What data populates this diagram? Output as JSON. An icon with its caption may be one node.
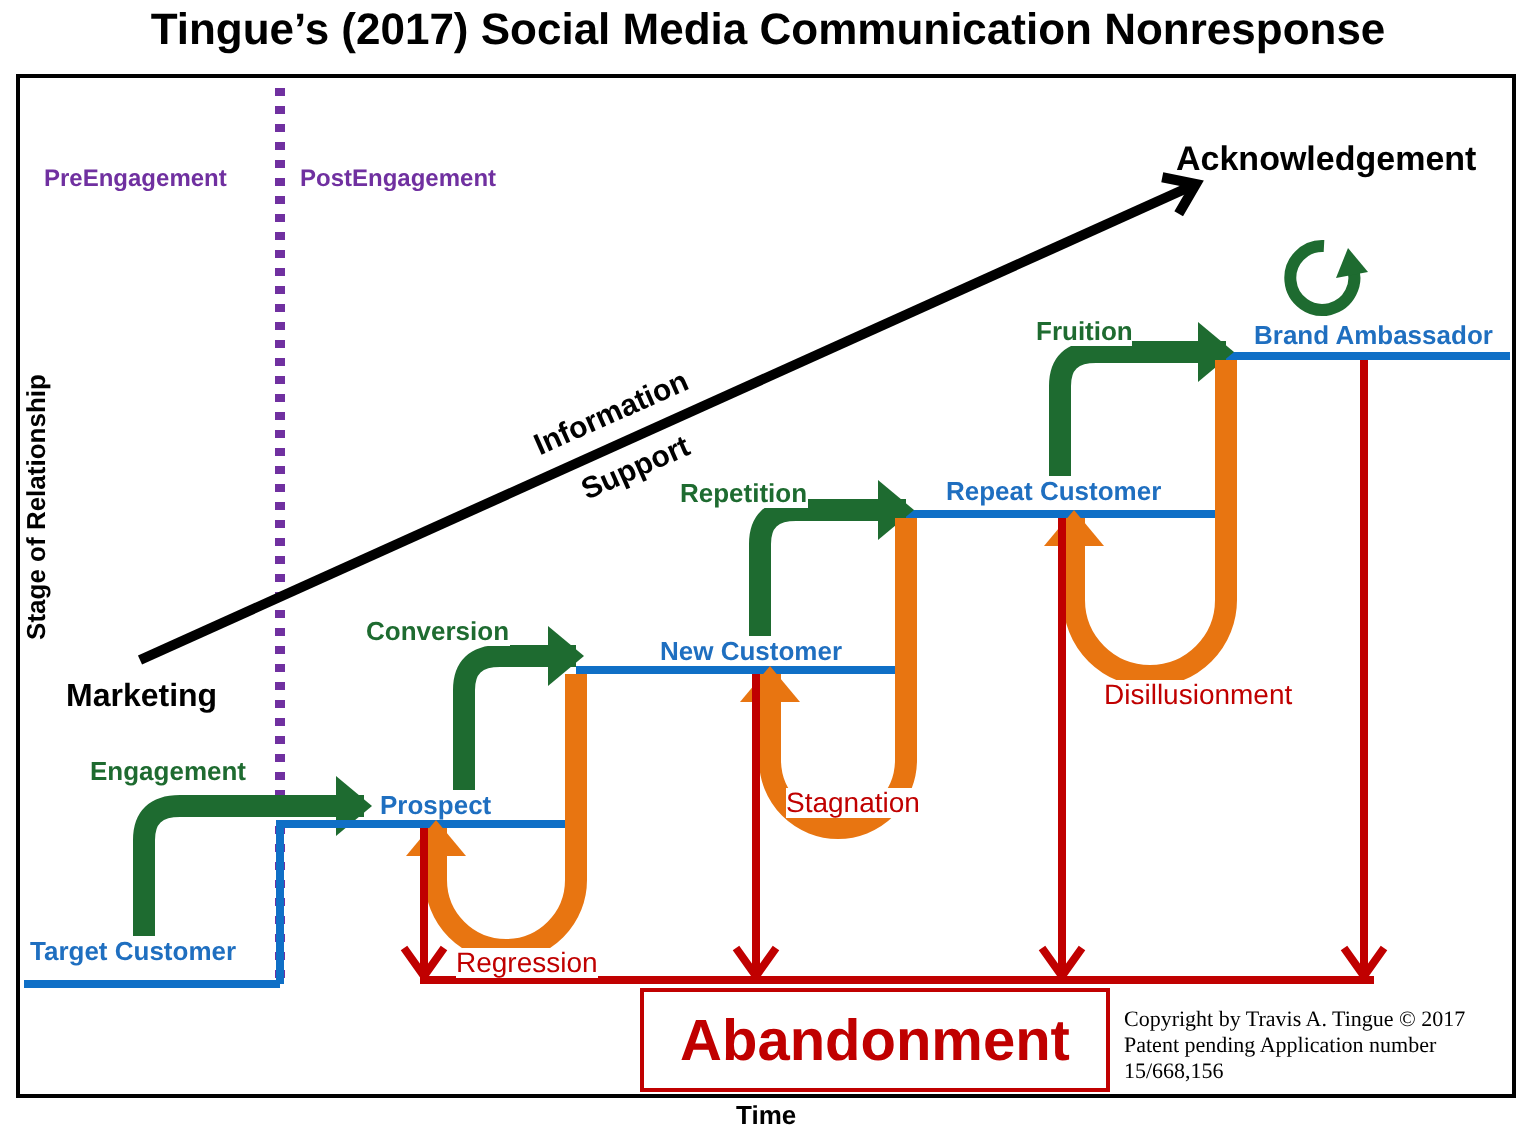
{
  "diagram": {
    "title": "Tingue’s (2017) Social Media Communication Nonresponse",
    "nodes": [
      {
        "text": [
          "Target Customer"
        ]
      },
      {
        "text": [
          "Prospect"
        ]
      },
      {
        "text": [
          "New Customer"
        ]
      },
      {
        "text": [
          "Repeat Customer"
        ]
      },
      {
        "text": [
          "Brand Ambassador"
        ]
      },
      {
        "text": [
          "Marketing"
        ]
      },
      {
        "text": [
          "Acknowledgement"
        ]
      },
      {
        "text": [
          "Abandonment"
        ]
      }
    ],
    "edges": [
      {
        "from": 0,
        "to": 1,
        "arrow": "to",
        "label": "Engagement",
        "color": "#1e6b30"
      },
      {
        "from": 1,
        "to": 2,
        "arrow": "to",
        "label": "Conversion",
        "color": "#1e6b30"
      },
      {
        "from": 2,
        "to": 3,
        "arrow": "to",
        "label": "Repetition",
        "color": "#1e6b30"
      },
      {
        "from": 3,
        "to": 4,
        "arrow": "to",
        "label": "Fruition",
        "color": "#1e6b30"
      },
      {
        "from": 2,
        "to": 1,
        "arrow": "to",
        "label": "Regression",
        "color": "#e87511"
      },
      {
        "from": 3,
        "to": 2,
        "arrow": "to",
        "label": "Stagnation",
        "color": "#e87511"
      },
      {
        "from": 4,
        "to": 3,
        "arrow": "to",
        "label": "Disillusionment",
        "color": "#e87511"
      },
      {
        "from": 1,
        "to": 7,
        "arrow": "to",
        "color": "#c00000"
      },
      {
        "from": 2,
        "to": 7,
        "arrow": "to",
        "color": "#c00000"
      },
      {
        "from": 3,
        "to": 7,
        "arrow": "to",
        "color": "#c00000"
      },
      {
        "from": 4,
        "to": 7,
        "arrow": "to",
        "color": "#c00000"
      },
      {
        "from": 5,
        "to": 6,
        "arrow": "to",
        "label": "Information Support",
        "color": "#000000"
      },
      {
        "from": 0,
        "to": 1,
        "arrow": "none",
        "color": "#0f6fc6"
      }
    ],
    "labels": [
      "PreEngagement",
      "PostEngagement",
      "Stage of Relationship",
      "Time",
      "Copyright by Travis A. Tingue © 2017 Patent pending Application number 15/668,156"
    ]
  }
}
